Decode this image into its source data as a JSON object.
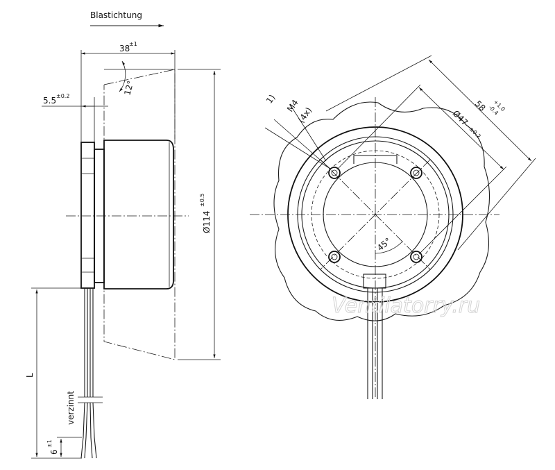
{
  "side_view": {
    "airflow_label": "Blastichtung",
    "width_dim": "38",
    "width_tol": "±1",
    "angle_dim": "12°",
    "flange_dim": "5.5",
    "flange_tol": "±0.2",
    "diameter_dim": "Ø114",
    "diameter_tol": "±0.5",
    "cable_length_label": "L",
    "tinned_label": "verzinnt",
    "strip_dim": "6",
    "strip_tol": "±1"
  },
  "front_view": {
    "note_ref": "1)",
    "thread_label": "M4",
    "thread_count": "(4x)",
    "outer_dim": "58",
    "outer_tol_upper": "+1.0",
    "outer_tol_lower": "-0.4",
    "bolt_circle_dim": "Ø47",
    "bolt_circle_tol": "±0.2",
    "hole_angle": "45°"
  },
  "watermark": "Ventilatorry.ru"
}
